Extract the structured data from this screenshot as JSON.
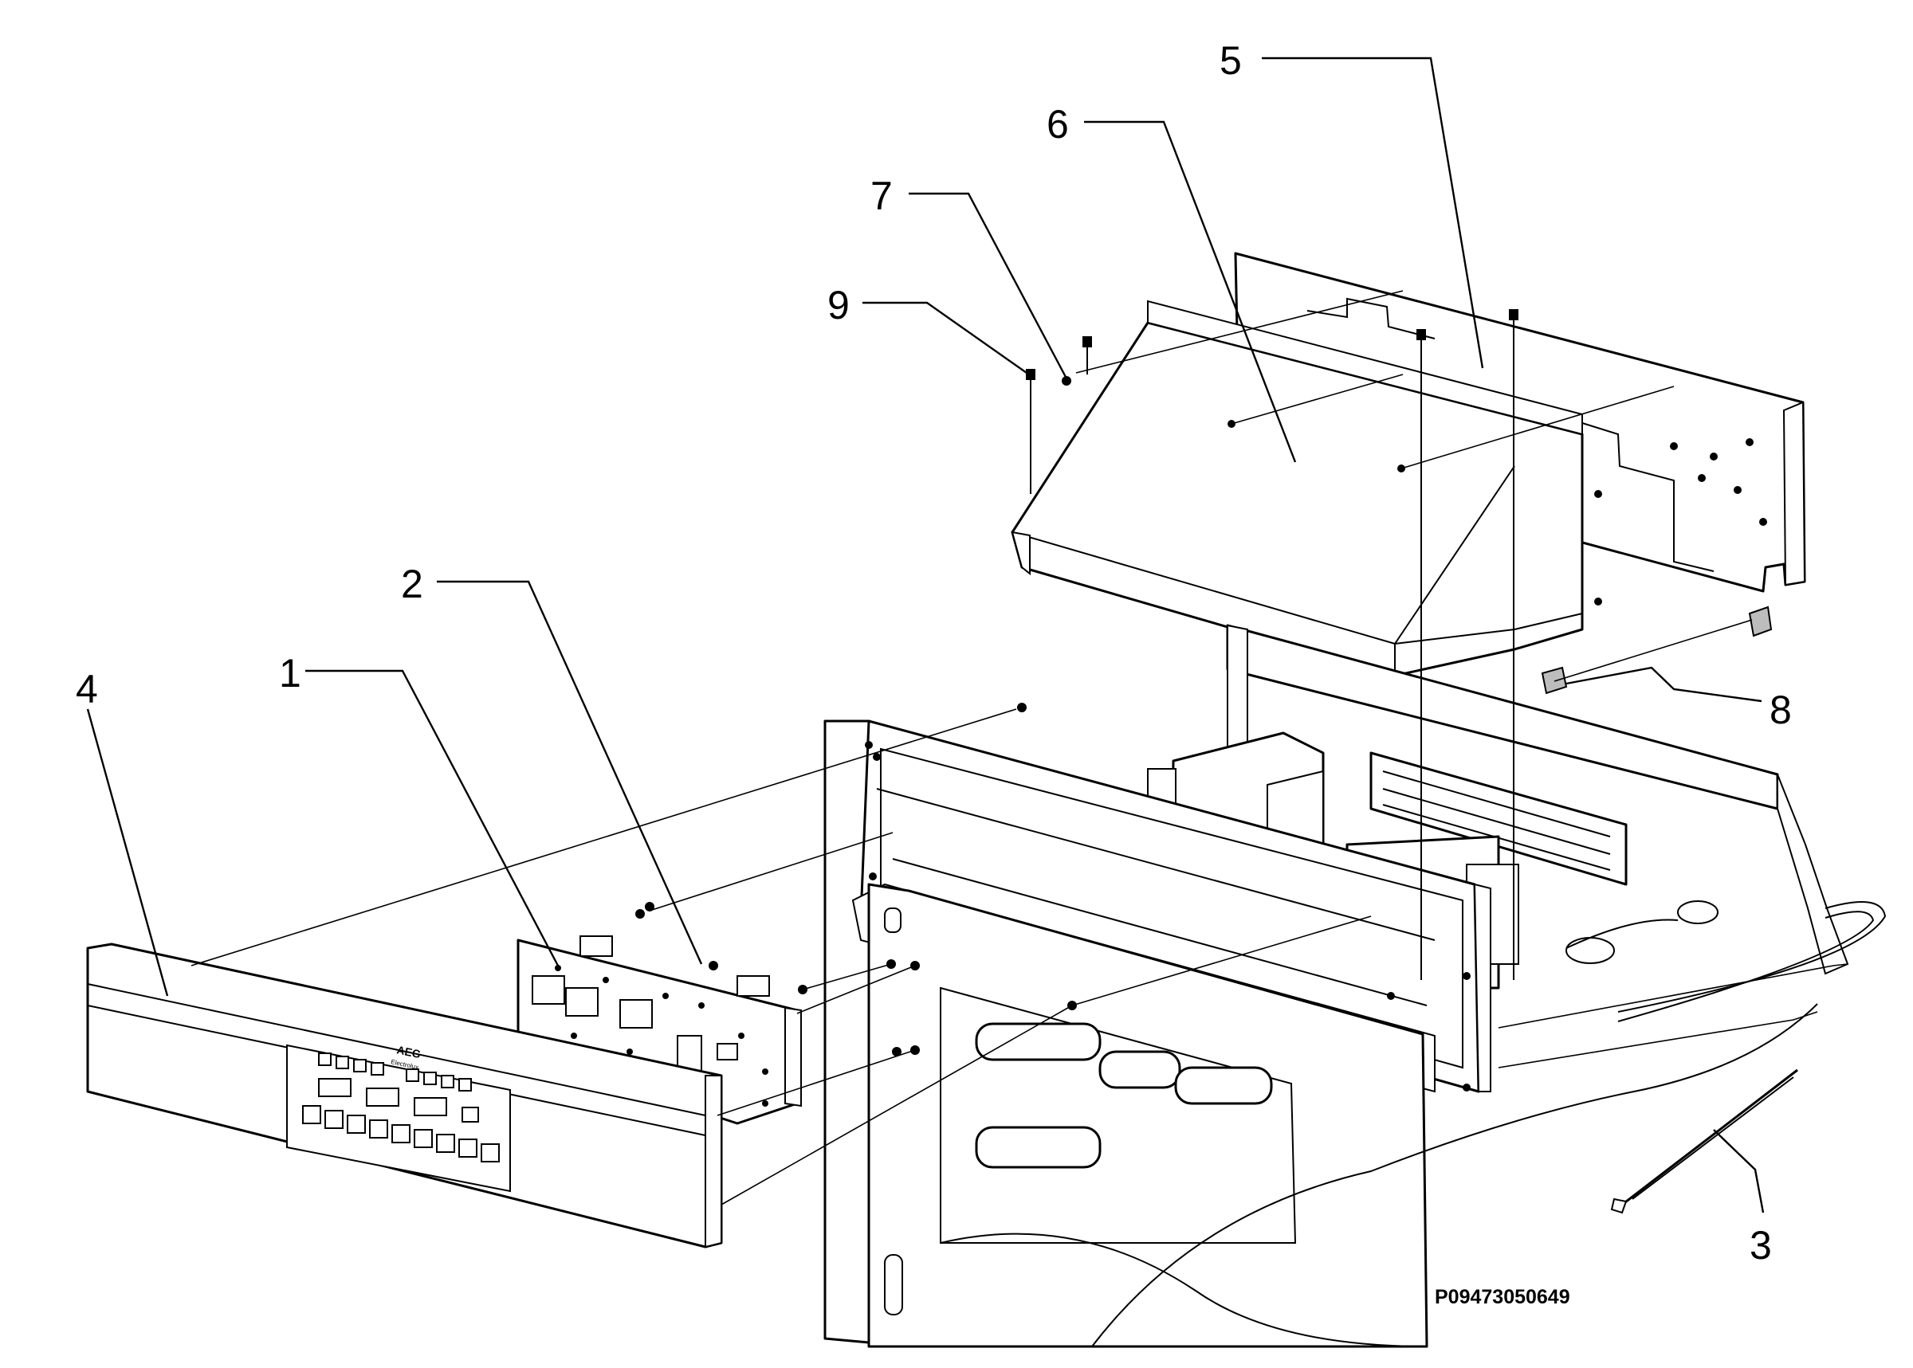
{
  "drawing_code": "P09473050649",
  "callouts": [
    {
      "id": "1",
      "label": "1"
    },
    {
      "id": "2",
      "label": "2"
    },
    {
      "id": "3",
      "label": "3"
    },
    {
      "id": "4",
      "label": "4"
    },
    {
      "id": "5",
      "label": "5"
    },
    {
      "id": "6",
      "label": "6"
    },
    {
      "id": "7",
      "label": "7"
    },
    {
      "id": "8",
      "label": "8"
    },
    {
      "id": "9",
      "label": "9"
    }
  ],
  "panel_logo": {
    "brand": "AEG",
    "subtext": "Electrolux"
  }
}
